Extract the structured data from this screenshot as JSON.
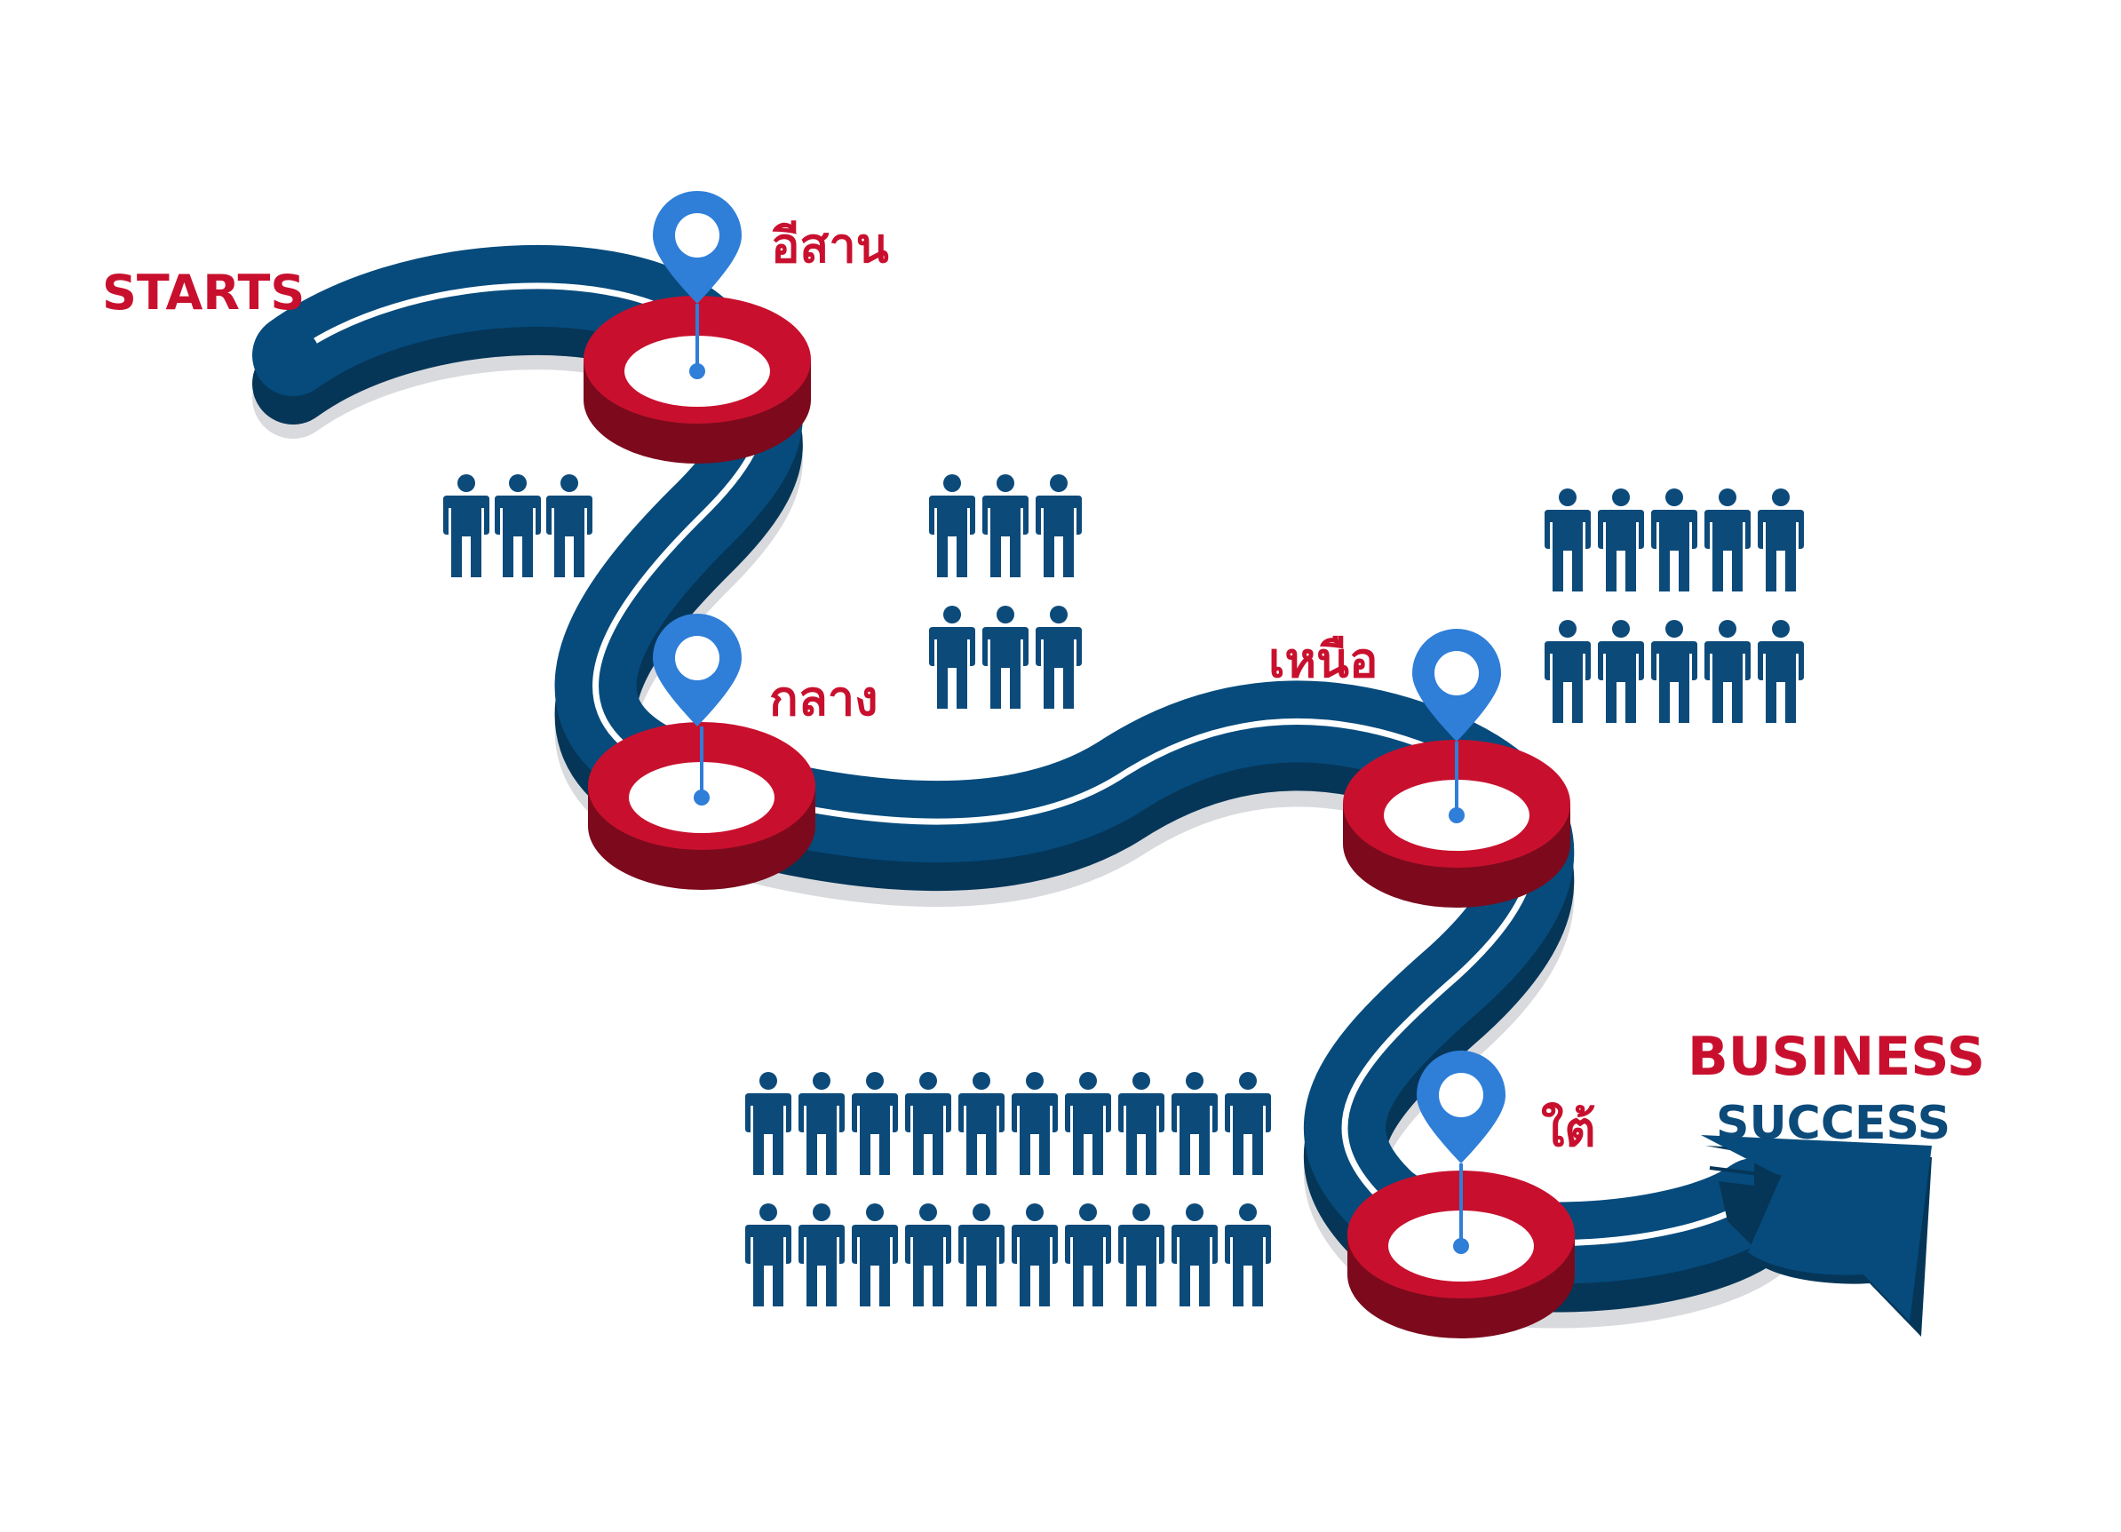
{
  "labels": {
    "start": "STARTS",
    "end_line1": "BUSINESS",
    "end_line2": "SUCCESS"
  },
  "stops": [
    {
      "name": "อีสาน",
      "people": 3
    },
    {
      "name": "กลาง",
      "people": 6
    },
    {
      "name": "เหนือ",
      "people": 10
    },
    {
      "name": "ใต้",
      "people": 20
    }
  ],
  "colors": {
    "road_top": "#064b7c",
    "road_side": "#053658",
    "road_line": "#ffffff",
    "ring_top": "#c8102e",
    "ring_side": "#7c0a1c",
    "pin": "#2f7ed8",
    "people": "#0c4a7a",
    "accent_red": "#c8102e",
    "accent_navy": "#0c4a7a",
    "shadow": "#d9dadd"
  },
  "icons": [
    "location-pin-icon",
    "person-icon",
    "arrow-icon"
  ]
}
